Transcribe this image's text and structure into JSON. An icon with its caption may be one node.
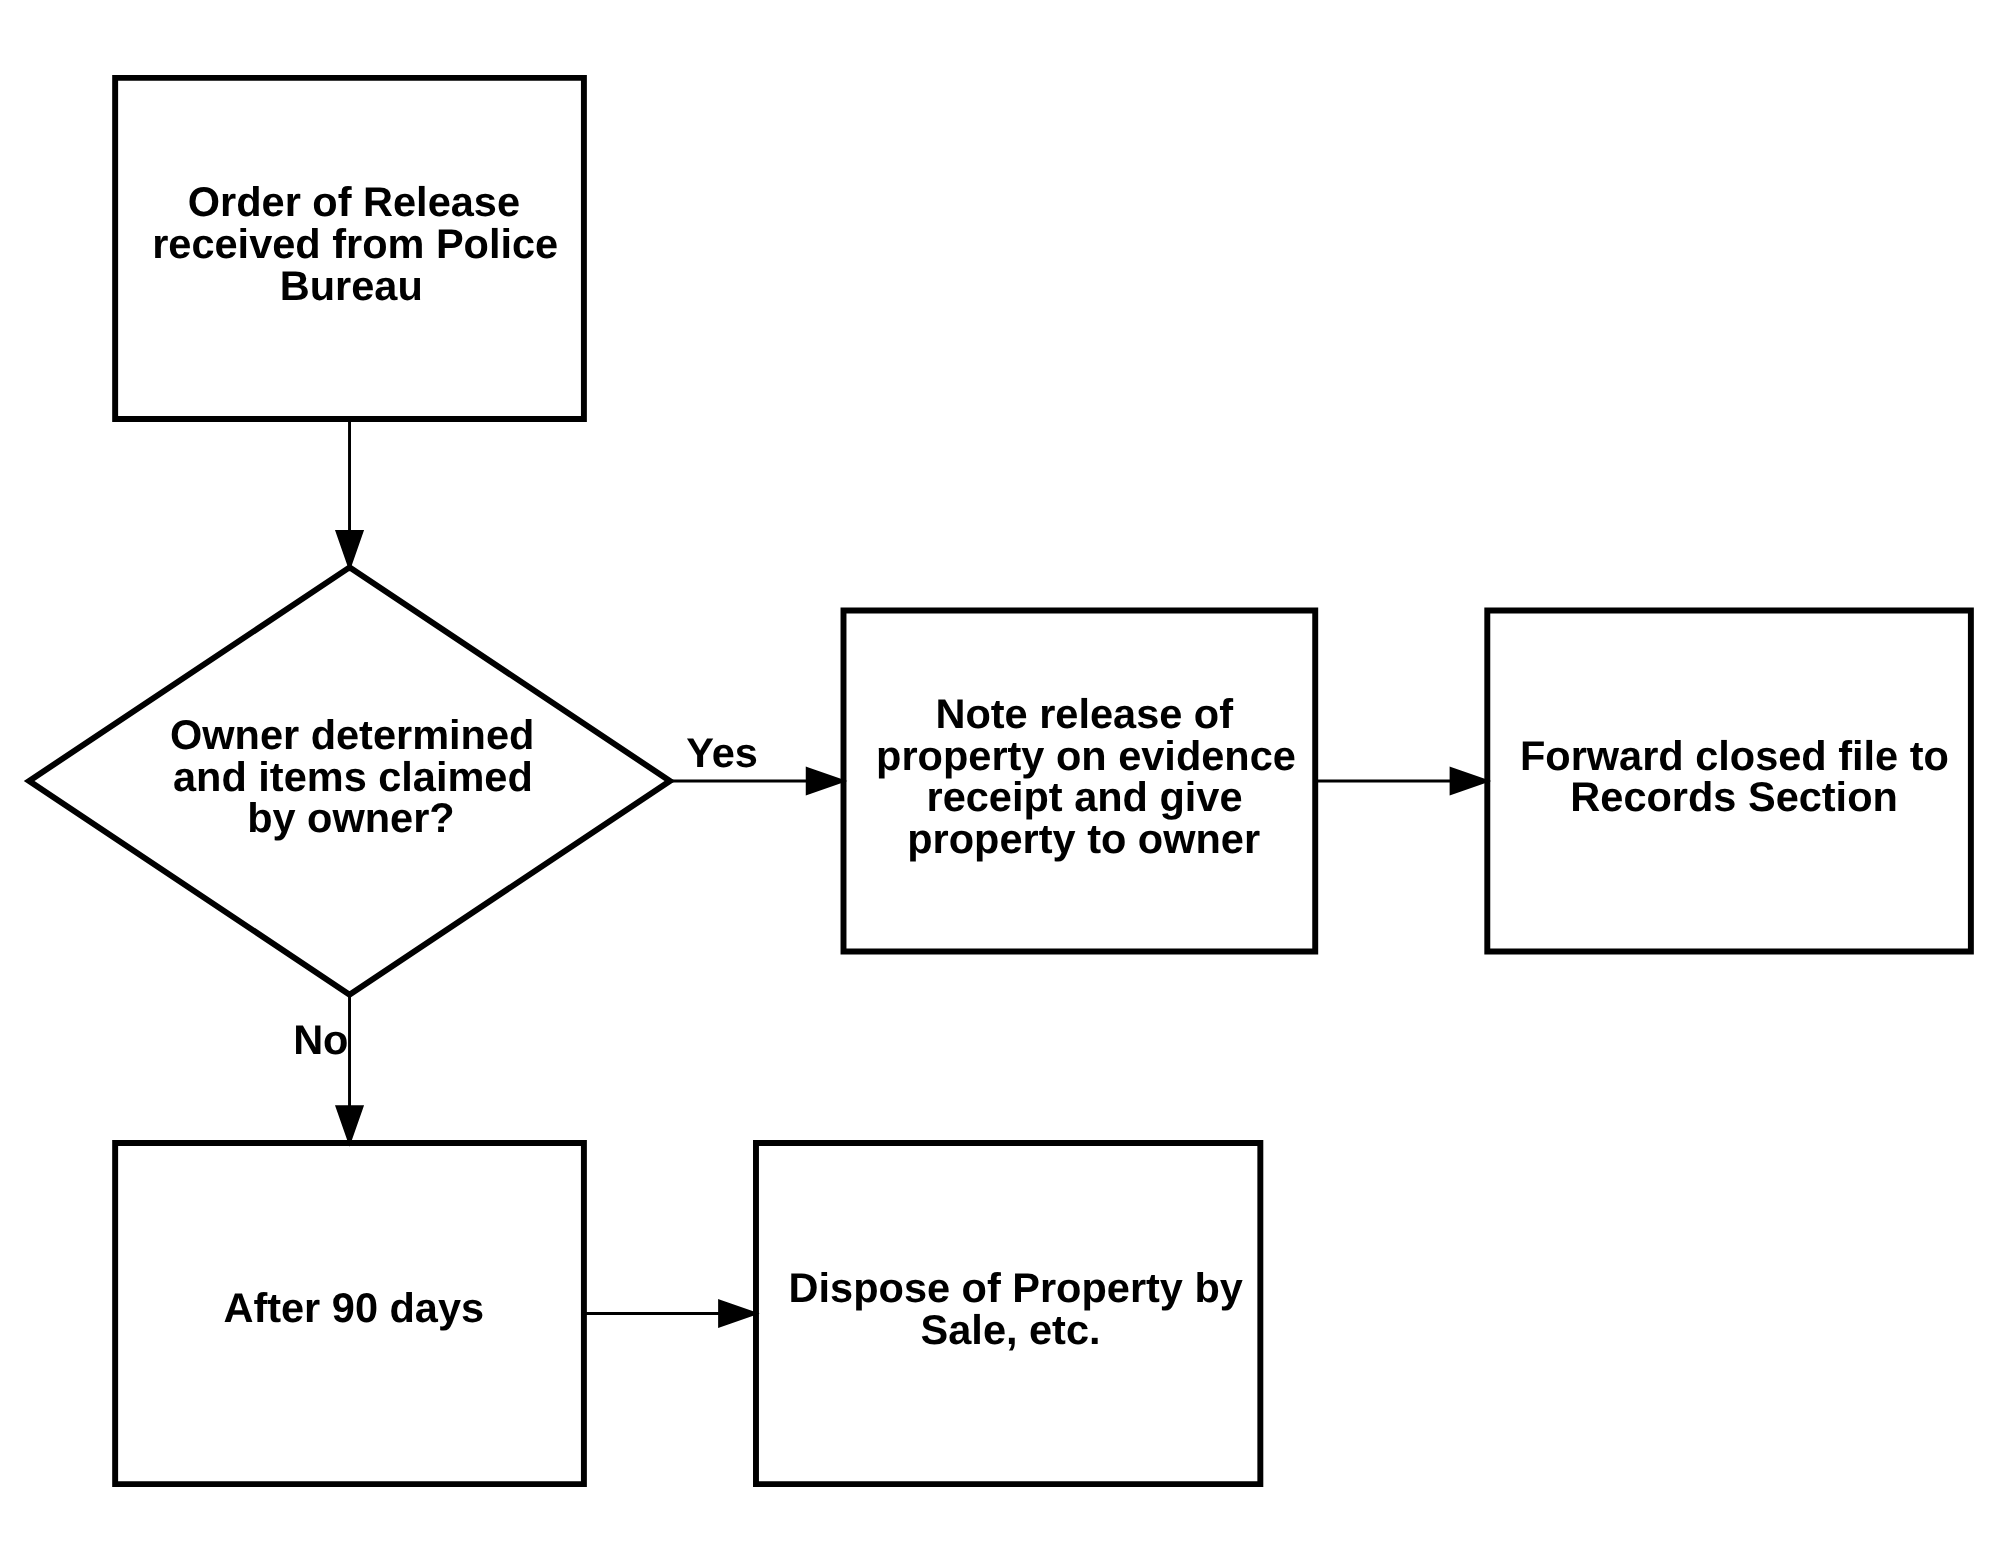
{
  "diagram": {
    "nodes": [
      {
        "text": [
          "Order of Release received from Police Bureau"
        ]
      },
      {
        "text": [
          "Owner determined and items claimed by owner?"
        ]
      },
      {
        "text": [
          "Note release of property on evidence receipt and give property to owner"
        ]
      },
      {
        "text": [
          "Forward closed file to Records Section"
        ]
      },
      {
        "text": [
          "After 90 days"
        ]
      },
      {
        "text": [
          "Dispose of Property by Sale, etc."
        ]
      }
    ],
    "edges": [
      {
        "from": 0,
        "to": 1,
        "arrow": "to"
      },
      {
        "from": 1,
        "to": 2,
        "arrow": "to",
        "label": "Yes"
      },
      {
        "from": 2,
        "to": 3,
        "arrow": "to"
      },
      {
        "from": 1,
        "to": 4,
        "arrow": "to",
        "label": "No"
      },
      {
        "from": 4,
        "to": 5,
        "arrow": "to"
      }
    ]
  }
}
